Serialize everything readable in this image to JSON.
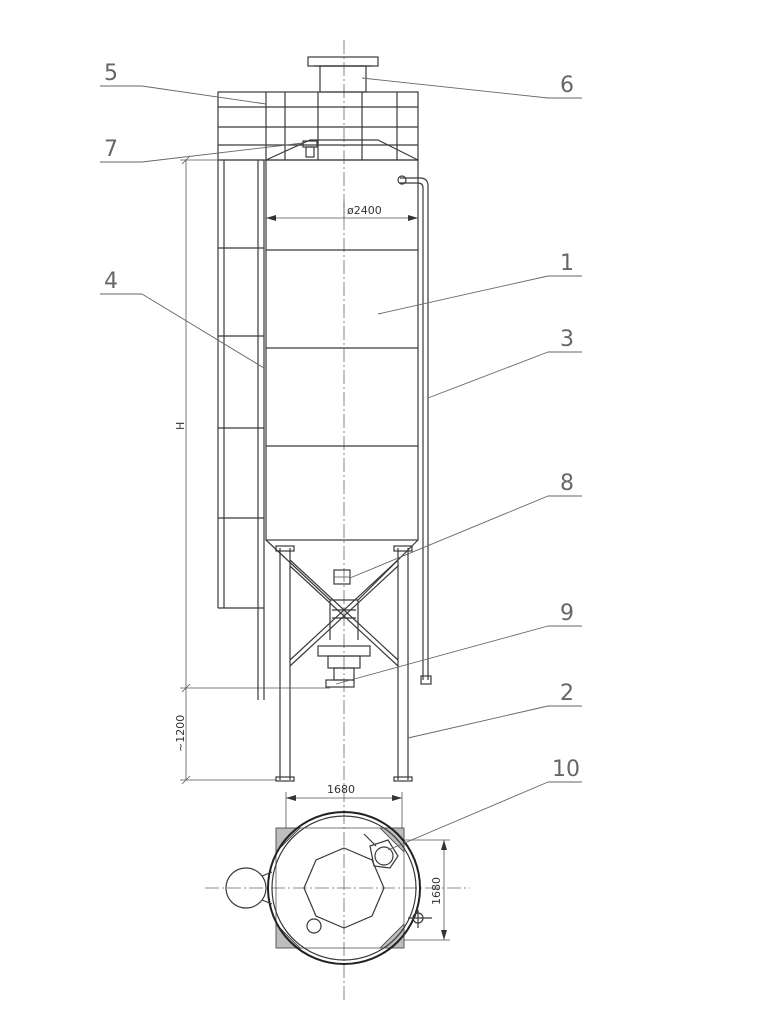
{
  "callouts": {
    "c1": "1",
    "c2": "2",
    "c3": "3",
    "c4": "4",
    "c5": "5",
    "c6": "6",
    "c7": "7",
    "c8": "8",
    "c9": "9",
    "c10": "10"
  },
  "dimensions": {
    "diameter": "ø2400",
    "height": "H",
    "leg_height": "~1200",
    "base_width": "1680",
    "base_depth": "1680"
  }
}
